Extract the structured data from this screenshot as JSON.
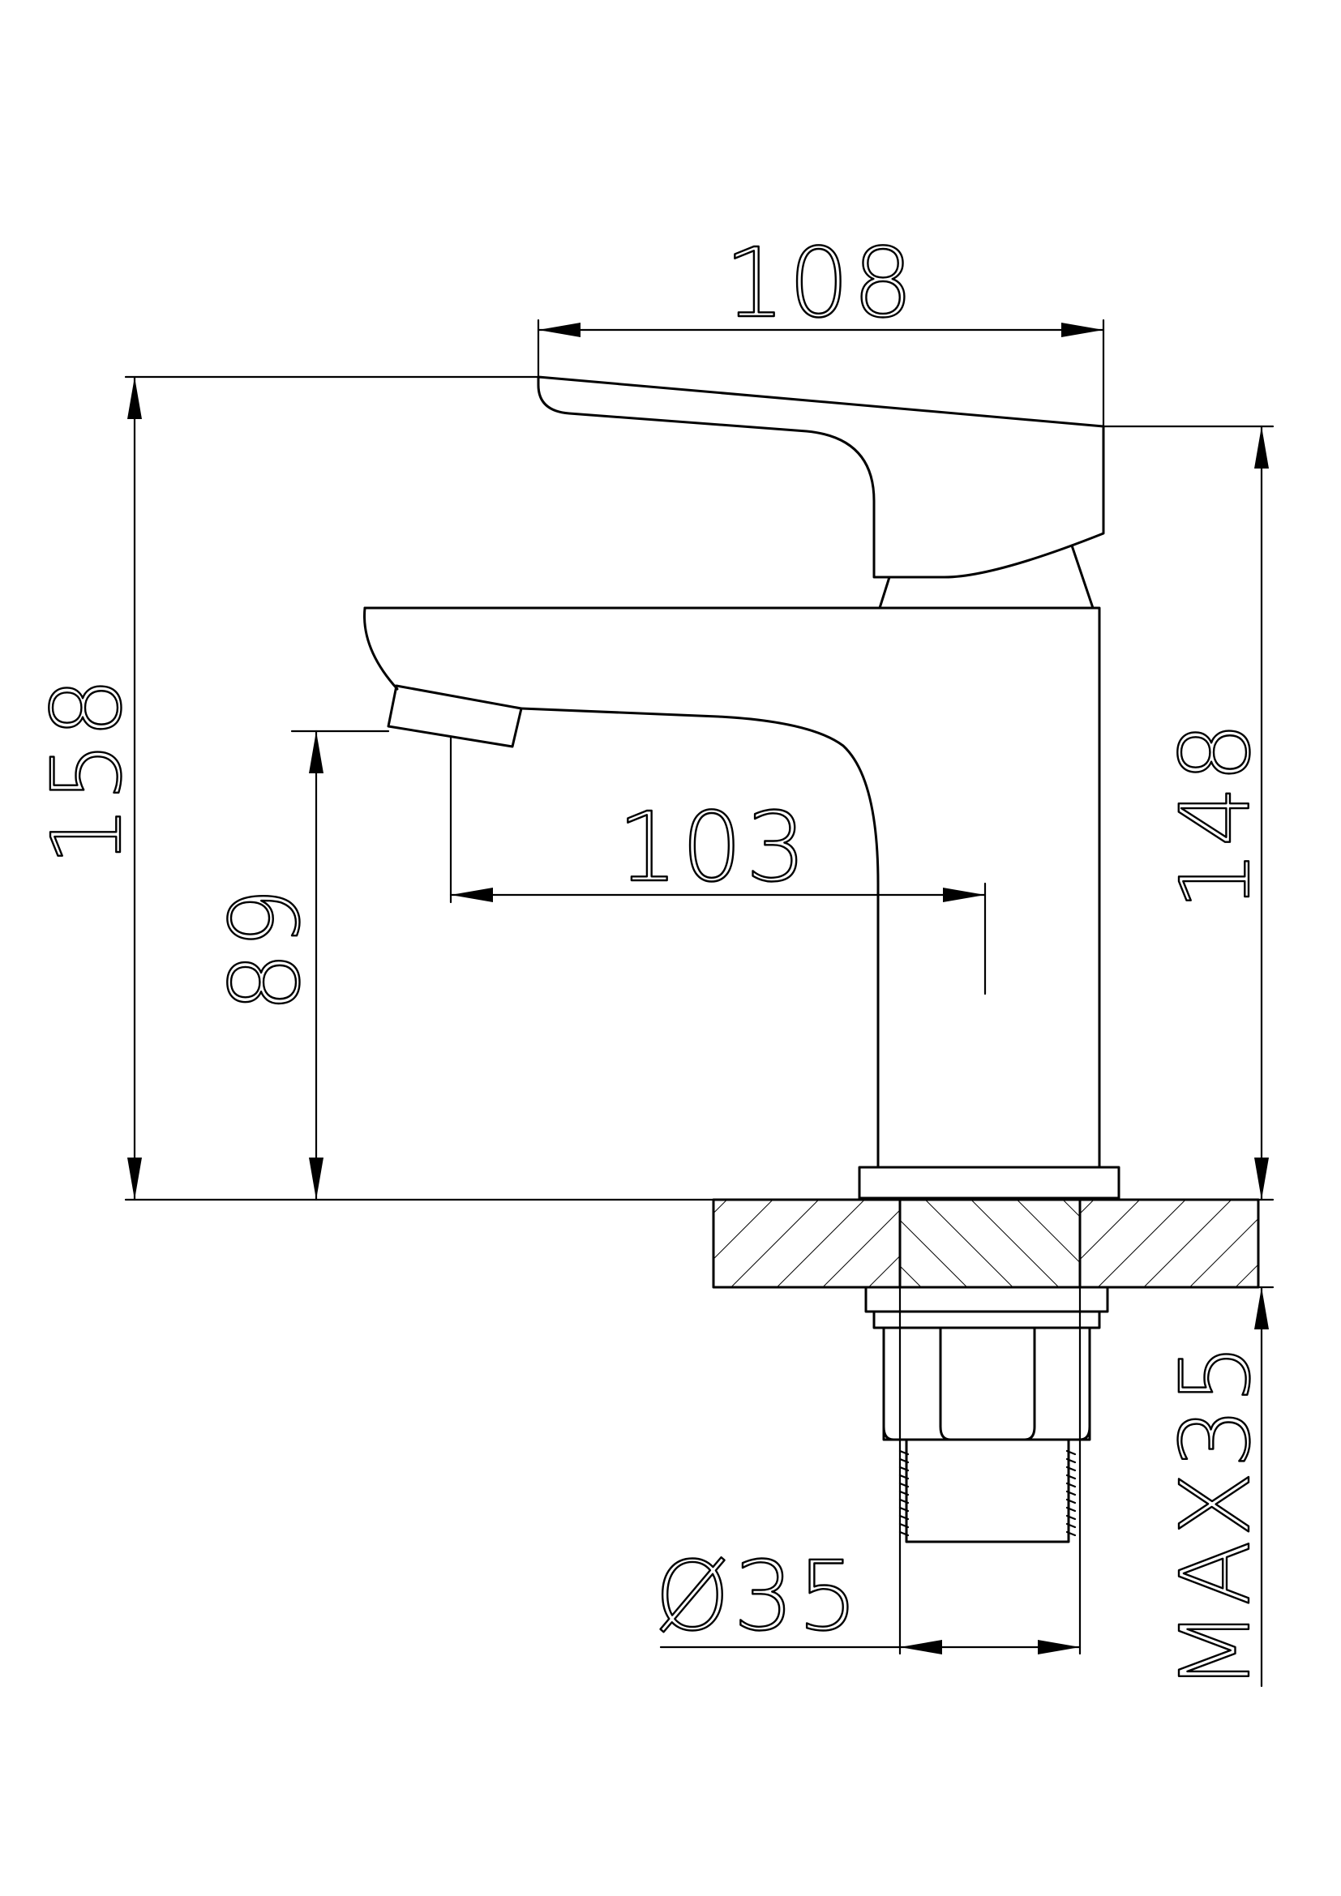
{
  "drawing": {
    "dimensions": {
      "lever_length": "108",
      "total_height": "158",
      "body_height": "148",
      "spout_reach": "103",
      "spout_clearance": "89",
      "tail_diameter": "Ø35",
      "max_deck_thickness": "MAX35"
    },
    "colors": {
      "line": "#000000",
      "background": "#ffffff"
    }
  }
}
